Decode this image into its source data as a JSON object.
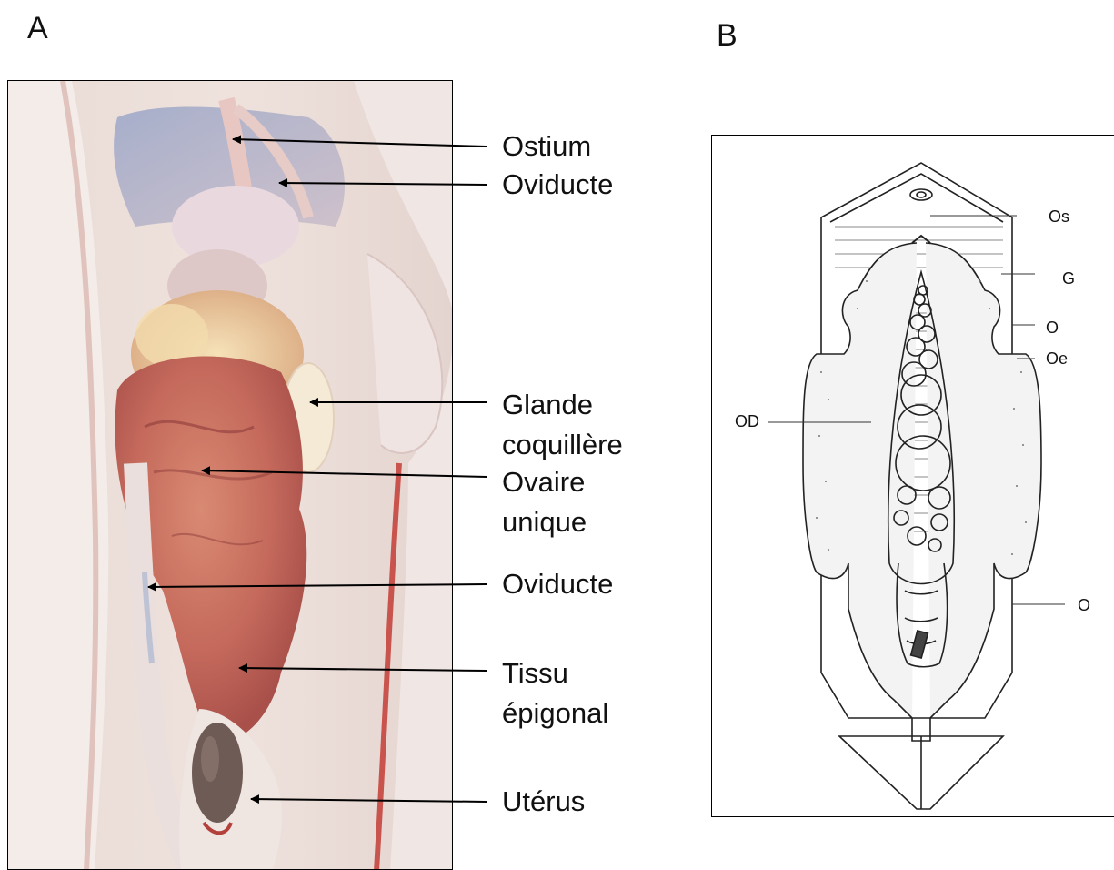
{
  "panels": {
    "a": "A",
    "b": "B"
  },
  "photo_labels": {
    "ostium": "Ostium",
    "oviducte_top": "Oviducte",
    "glande_line1": "Glande",
    "glande_line2": "coquillère",
    "ovaire_line1": "Ovaire",
    "ovaire_line2": "unique",
    "oviducte_mid": "Oviducte",
    "tissu_line1": "Tissu",
    "tissu_line2": "épigonal",
    "uterus": "Utérus"
  },
  "drawing_labels": {
    "os": "Os",
    "g": "G",
    "o_top": "O",
    "oe": "Oe",
    "od": "OD",
    "o_bottom": "O"
  }
}
